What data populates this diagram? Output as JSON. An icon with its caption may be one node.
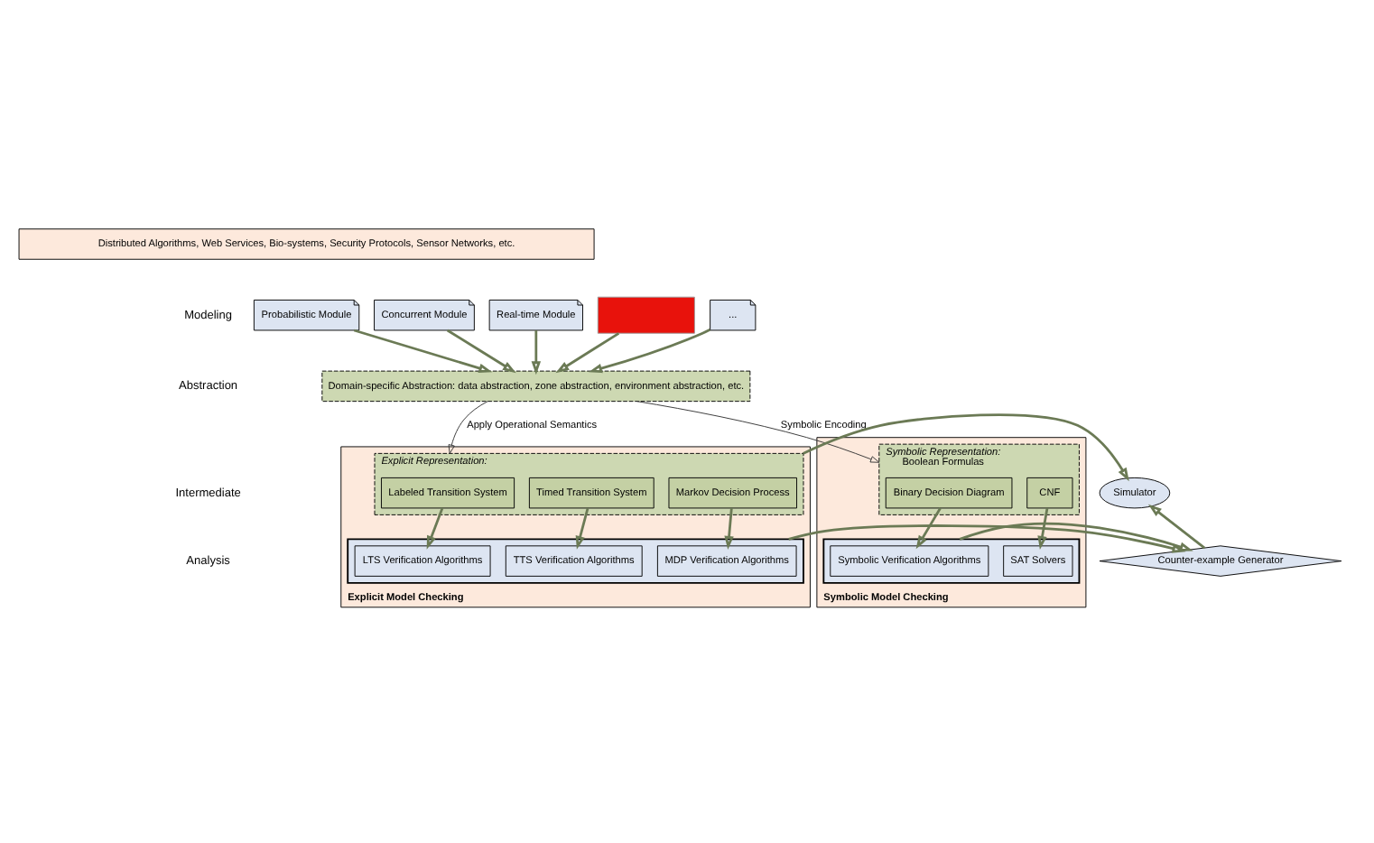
{
  "diagram": {
    "nodes": [
      {
        "text": [
          "Distributed Algorithms, Web Services, Bio-systems, Security Protocols, Sensor Networks, etc."
        ]
      },
      {
        "text": [
          "Concurrent Module"
        ]
      },
      {
        "text": [
          "Real-time Module"
        ]
      },
      {
        "text": [
          "Probabilistic Module"
        ]
      },
      {
        "text": [],
        "shape": "box"
      },
      {
        "text": [
          "..."
        ]
      },
      {
        "text": [
          "Domain-specific Abstraction: data abstraction, zone abstraction, environment abstraction, etc."
        ]
      },
      {
        "text": [
          "Explicit Model Checking"
        ]
      },
      {
        "text": [
          "Explicit Representation:"
        ],
        "in": 7
      },
      {
        "text": [
          "Labeled Transition System"
        ],
        "in": 8
      },
      {
        "text": [
          "Timed Transition System"
        ],
        "in": 8
      },
      {
        "text": [
          "Markov Decision Process"
        ],
        "in": 8
      },
      {
        "text": [],
        "shape": "bar",
        "in": 7
      },
      {
        "text": [
          "LTS Verification Algorithms"
        ],
        "in": 12
      },
      {
        "text": [
          "TTS Verification Algorithms"
        ],
        "in": 12
      },
      {
        "text": [
          "MDP Verification Algorithms"
        ],
        "in": 12
      },
      {
        "text": [
          "Simulator"
        ]
      },
      {
        "text": [
          "Counter-example Generator"
        ]
      },
      {
        "text": [
          "Symbolic Model Checking"
        ]
      },
      {
        "text": [
          "Symbolic Representation:",
          "Boolean Formulas"
        ],
        "in": 18
      },
      {
        "text": [
          "Binary Decision Diagram"
        ],
        "in": 19
      },
      {
        "text": [
          "CNF"
        ],
        "in": 19
      },
      {
        "text": [],
        "shape": "bar",
        "in": 18
      },
      {
        "text": [
          "Symbolic Verification Algorithms"
        ],
        "in": 22
      },
      {
        "text": [
          "SAT Solvers"
        ],
        "in": 22
      }
    ],
    "edges": [
      {
        "from": 1,
        "to": 6,
        "arrow": "to"
      },
      {
        "from": 2,
        "to": 6,
        "arrow": "to"
      },
      {
        "from": 3,
        "to": 6,
        "arrow": "to"
      },
      {
        "from": 4,
        "to": 6,
        "arrow": "to"
      },
      {
        "from": 5,
        "to": 6,
        "arrow": "to"
      },
      {
        "from": 6,
        "to": 8,
        "arrow": "to",
        "label": "Apply Operational Semantics"
      },
      {
        "from": 6,
        "to": 19,
        "arrow": "to",
        "label": "Symbolic Encoding"
      },
      {
        "from": 9,
        "to": 13,
        "arrow": "to"
      },
      {
        "from": 10,
        "to": 14,
        "arrow": "to"
      },
      {
        "from": 11,
        "to": 15,
        "arrow": "to"
      },
      {
        "from": 8,
        "to": 16,
        "arrow": "to"
      },
      {
        "from": 12,
        "to": 17,
        "arrow": "to"
      },
      {
        "from": 22,
        "to": 17,
        "arrow": "to"
      },
      {
        "from": 17,
        "to": 16,
        "arrow": "to"
      },
      {
        "from": 20,
        "to": 23,
        "arrow": "to"
      },
      {
        "from": 21,
        "to": 24,
        "arrow": "to"
      }
    ],
    "labels": [
      "Modeling",
      "Abstraction",
      "Intermediate",
      "Analysis"
    ]
  }
}
